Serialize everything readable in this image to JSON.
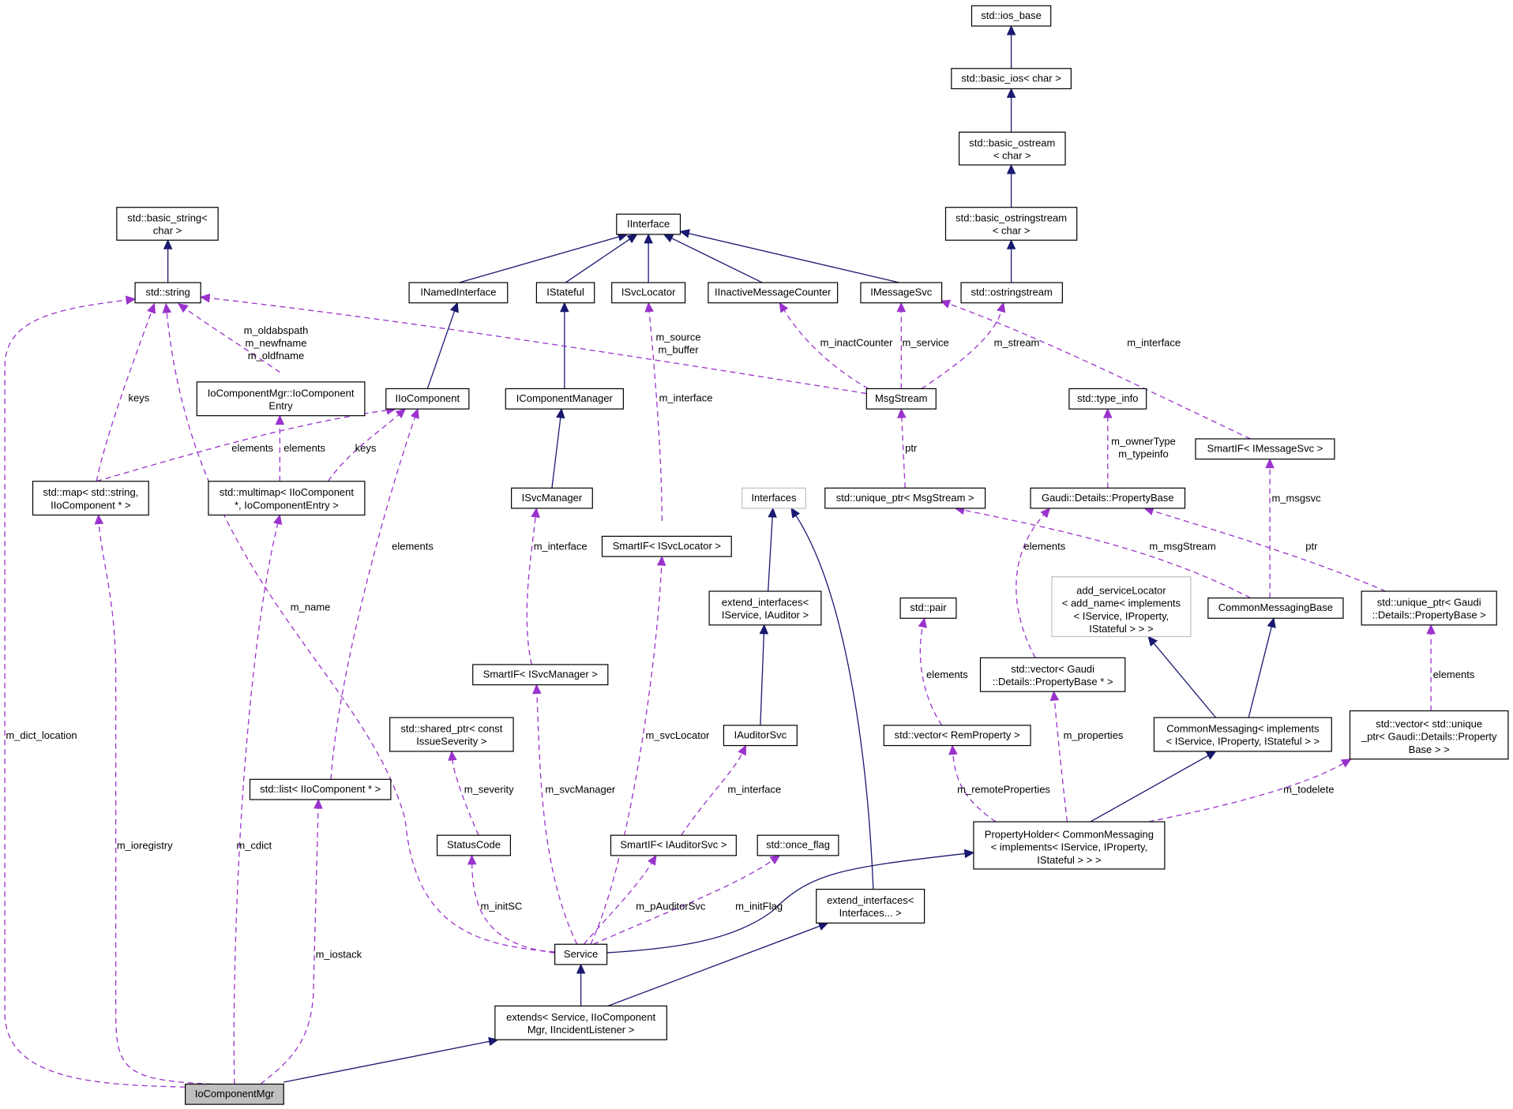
{
  "diagram": {
    "nodes": [
      {
        "id": "ios_base",
        "lines": [
          "std::ios_base"
        ]
      },
      {
        "id": "basic_ios",
        "lines": [
          "std::basic_ios< char >"
        ]
      },
      {
        "id": "basic_ostream",
        "lines": [
          "std::basic_ostream",
          "< char >"
        ]
      },
      {
        "id": "basic_ostringstream",
        "lines": [
          "std::basic_ostringstream",
          "< char >"
        ]
      },
      {
        "id": "ostringstream",
        "lines": [
          "std::ostringstream"
        ]
      },
      {
        "id": "basic_string",
        "lines": [
          "std::basic_string<",
          "char >"
        ]
      },
      {
        "id": "string",
        "lines": [
          "std::string"
        ]
      },
      {
        "id": "IInterface",
        "lines": [
          "IInterface"
        ]
      },
      {
        "id": "INamedInterface",
        "lines": [
          "INamedInterface"
        ]
      },
      {
        "id": "IStateful",
        "lines": [
          "IStateful"
        ]
      },
      {
        "id": "ISvcLocator",
        "lines": [
          "ISvcLocator"
        ]
      },
      {
        "id": "IInactiveMessageCounter",
        "lines": [
          "IInactiveMessageCounter"
        ]
      },
      {
        "id": "IMessageSvc",
        "lines": [
          "IMessageSvc"
        ]
      },
      {
        "id": "IoComponentEntry",
        "lines": [
          "IoComponentMgr::IoComponent",
          "Entry"
        ]
      },
      {
        "id": "IIoComponent",
        "lines": [
          "IIoComponent"
        ]
      },
      {
        "id": "IComponentManager",
        "lines": [
          "IComponentManager"
        ]
      },
      {
        "id": "MsgStream",
        "lines": [
          "MsgStream"
        ]
      },
      {
        "id": "type_info",
        "lines": [
          "std::type_info"
        ]
      },
      {
        "id": "SmartIF_IMessageSvc",
        "lines": [
          "SmartIF< IMessageSvc >"
        ]
      },
      {
        "id": "map",
        "lines": [
          "std::map< std::string,",
          "IIoComponent * >"
        ]
      },
      {
        "id": "multimap",
        "lines": [
          "std::multimap< IIoComponent",
          "*, IoComponentEntry >"
        ]
      },
      {
        "id": "ISvcManager",
        "lines": [
          "ISvcManager"
        ]
      },
      {
        "id": "Interfaces",
        "lines": [
          "Interfaces"
        ]
      },
      {
        "id": "unique_ptr_MsgStream",
        "lines": [
          "std::unique_ptr< MsgStream >"
        ]
      },
      {
        "id": "PropertyBase",
        "lines": [
          "Gaudi::Details::PropertyBase"
        ]
      },
      {
        "id": "SmartIF_ISvcLocator",
        "lines": [
          "SmartIF< ISvcLocator >"
        ]
      },
      {
        "id": "extend_interfaces_IService",
        "lines": [
          "extend_interfaces<",
          "IService, IAuditor >"
        ]
      },
      {
        "id": "pair",
        "lines": [
          "std::pair"
        ]
      },
      {
        "id": "add_serviceLocator",
        "lines": [
          "add_serviceLocator",
          "< add_name< implements",
          "< IService, IProperty,",
          "IStateful > > >"
        ]
      },
      {
        "id": "CommonMessagingBase",
        "lines": [
          "CommonMessagingBase"
        ]
      },
      {
        "id": "unique_ptr_PropertyBase",
        "lines": [
          "std::unique_ptr< Gaudi",
          "::Details::PropertyBase >"
        ]
      },
      {
        "id": "SmartIF_ISvcManager",
        "lines": [
          "SmartIF< ISvcManager >"
        ]
      },
      {
        "id": "vector_PropertyBase",
        "lines": [
          "std::vector< Gaudi",
          "::Details::PropertyBase * >"
        ]
      },
      {
        "id": "shared_ptr",
        "lines": [
          "std::shared_ptr< const",
          "IssueSeverity >"
        ]
      },
      {
        "id": "IAuditorSvc",
        "lines": [
          "IAuditorSvc"
        ]
      },
      {
        "id": "vector_RemProperty",
        "lines": [
          "std::vector< RemProperty >"
        ]
      },
      {
        "id": "CommonMessaging",
        "lines": [
          "CommonMessaging< implements",
          "< IService, IProperty, IStateful > >"
        ]
      },
      {
        "id": "vector_unique_ptr",
        "lines": [
          "std::vector< std::unique",
          "_ptr< Gaudi::Details::Property",
          "Base > >"
        ]
      },
      {
        "id": "list",
        "lines": [
          "std::list< IIoComponent * >"
        ]
      },
      {
        "id": "StatusCode",
        "lines": [
          "StatusCode"
        ]
      },
      {
        "id": "SmartIF_IAuditorSvc",
        "lines": [
          "SmartIF< IAuditorSvc >"
        ]
      },
      {
        "id": "once_flag",
        "lines": [
          "std::once_flag"
        ]
      },
      {
        "id": "PropertyHolder",
        "lines": [
          "PropertyHolder< CommonMessaging",
          "< implements< IService, IProperty,",
          "IStateful > > >"
        ]
      },
      {
        "id": "extend_interfaces_Interfaces",
        "lines": [
          "extend_interfaces<",
          "Interfaces... >"
        ]
      },
      {
        "id": "Service",
        "lines": [
          "Service"
        ]
      },
      {
        "id": "extends",
        "lines": [
          "extends< Service, IIoComponent",
          "Mgr, IIncidentListener >"
        ]
      },
      {
        "id": "IoComponentMgr",
        "lines": [
          "IoComponentMgr"
        ]
      }
    ],
    "edge_labels": [
      {
        "id": "l_oldabspath",
        "lines": [
          "m_oldabspath",
          "m_newfname",
          "m_oldfname"
        ]
      },
      {
        "id": "l_keys1",
        "lines": [
          "keys"
        ]
      },
      {
        "id": "l_elements_map",
        "lines": [
          "elements"
        ]
      },
      {
        "id": "l_elements_mm",
        "lines": [
          "elements"
        ]
      },
      {
        "id": "l_keys2",
        "lines": [
          "keys"
        ]
      },
      {
        "id": "l_elements_list",
        "lines": [
          "elements"
        ]
      },
      {
        "id": "l_m_name",
        "lines": [
          "m_name"
        ]
      },
      {
        "id": "l_m_dict_location",
        "lines": [
          "m_dict_location"
        ]
      },
      {
        "id": "l_m_ioregistry",
        "lines": [
          "m_ioregistry"
        ]
      },
      {
        "id": "l_m_cdict",
        "lines": [
          "m_cdict"
        ]
      },
      {
        "id": "l_m_iostack",
        "lines": [
          "m_iostack"
        ]
      },
      {
        "id": "l_m_source",
        "lines": [
          "m_source",
          "m_buffer"
        ]
      },
      {
        "id": "l_m_interface_svcloc",
        "lines": [
          "m_interface"
        ]
      },
      {
        "id": "l_m_inactCounter",
        "lines": [
          "m_inactCounter"
        ]
      },
      {
        "id": "l_m_service",
        "lines": [
          "m_service"
        ]
      },
      {
        "id": "l_m_stream",
        "lines": [
          "m_stream"
        ]
      },
      {
        "id": "l_m_interface_msgsvc",
        "lines": [
          "m_interface"
        ]
      },
      {
        "id": "l_ptr_msgstream",
        "lines": [
          "ptr"
        ]
      },
      {
        "id": "l_m_ownerType",
        "lines": [
          "m_ownerType",
          "m_typeinfo"
        ]
      },
      {
        "id": "l_m_msgsvc",
        "lines": [
          "m_msgsvc"
        ]
      },
      {
        "id": "l_m_interface_svcmgr",
        "lines": [
          "m_interface"
        ]
      },
      {
        "id": "l_elements_propbase",
        "lines": [
          "elements"
        ]
      },
      {
        "id": "l_m_msgStream",
        "lines": [
          "m_msgStream"
        ]
      },
      {
        "id": "l_ptr_propbase",
        "lines": [
          "ptr"
        ]
      },
      {
        "id": "l_elements_pair",
        "lines": [
          "elements"
        ]
      },
      {
        "id": "l_elements_uptr",
        "lines": [
          "elements"
        ]
      },
      {
        "id": "l_m_svcLocator",
        "lines": [
          "m_svcLocator"
        ]
      },
      {
        "id": "l_m_properties",
        "lines": [
          "m_properties"
        ]
      },
      {
        "id": "l_m_severity",
        "lines": [
          "m_severity"
        ]
      },
      {
        "id": "l_m_svcManager",
        "lines": [
          "m_svcManager"
        ]
      },
      {
        "id": "l_m_interface_aud",
        "lines": [
          "m_interface"
        ]
      },
      {
        "id": "l_m_remoteProperties",
        "lines": [
          "m_remoteProperties"
        ]
      },
      {
        "id": "l_m_todelete",
        "lines": [
          "m_todelete"
        ]
      },
      {
        "id": "l_m_initSC",
        "lines": [
          "m_initSC"
        ]
      },
      {
        "id": "l_m_pAuditorSvc",
        "lines": [
          "m_pAuditorSvc"
        ]
      },
      {
        "id": "l_m_initFlag",
        "lines": [
          "m_initFlag"
        ]
      }
    ],
    "colors": {
      "inheritance": "#191970",
      "usage": "#9a32cd",
      "focus_fill": "#bfbfbf",
      "grey_border": "#bfbfbf"
    }
  }
}
